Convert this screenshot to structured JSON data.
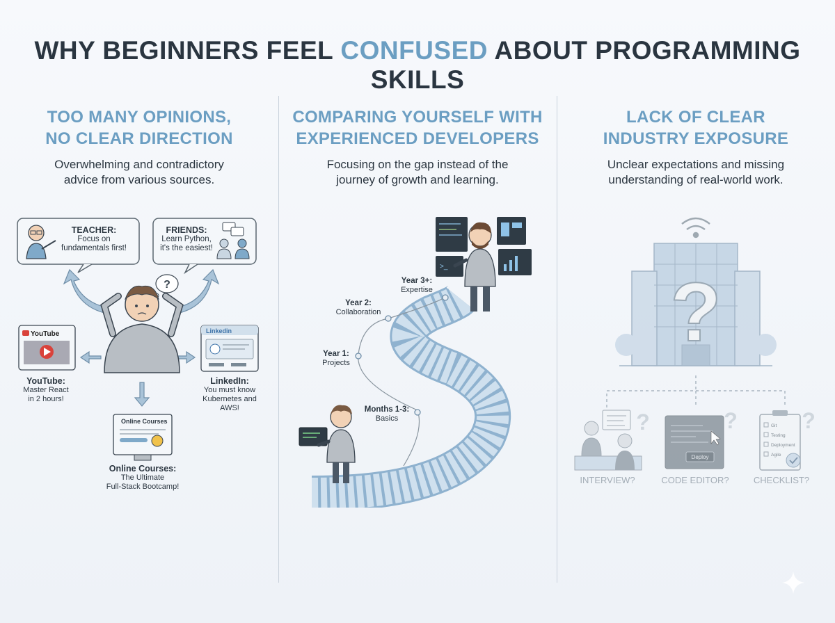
{
  "title": {
    "part1": "WHY BEGINNERS FEEL ",
    "accent": "CONFUSED",
    "part2": " ABOUT PROGRAMMING SKILLS"
  },
  "colors": {
    "accent": "#6b9ec2",
    "text": "#2b3640",
    "divider": "#c9d2dc"
  },
  "columns": [
    {
      "title_line1": "TOO MANY OPINIONS,",
      "title_line2": "NO CLEAR DIRECTION",
      "subtitle_line1": "Overwhelming and contradictory",
      "subtitle_line2": "advice from various sources.",
      "sources": {
        "teacher": {
          "name": "TEACHER:",
          "line1": "Focus on",
          "line2": "fundamentals first!"
        },
        "friends": {
          "name": "FRIENDS:",
          "line1": "Learn Python,",
          "line2": "it's the easiest!"
        },
        "youtube": {
          "logo": "YouTube",
          "name": "YouTube:",
          "line1": "Master React",
          "line2": "in 2 hours!"
        },
        "linkedin": {
          "logo": "Linkedin",
          "name": "LinkedIn:",
          "line1": "You must know",
          "line2": "Kubernetes and",
          "line3": "AWS!"
        },
        "courses": {
          "screen": "Online Courses",
          "name": "Online Courses:",
          "line1": "The Ultimate",
          "line2": "Full-Stack Bootcamp!"
        },
        "thought": "?"
      }
    },
    {
      "title_line1": "COMPARING YOURSELF WITH",
      "title_line2": "EXPERIENCED DEVELOPERS",
      "subtitle_line1": "Focusing on the gap instead of the",
      "subtitle_line2": "journey of growth and learning.",
      "milestones": [
        {
          "label1": "Months 1-3:",
          "label2": "Basics"
        },
        {
          "label1": "Year 1:",
          "label2": "Projects"
        },
        {
          "label1": "Year 2:",
          "label2": "Collaboration"
        },
        {
          "label1": "Year 3+:",
          "label2": "Expertise"
        }
      ]
    },
    {
      "title_line1": "LACK OF CLEAR",
      "title_line2": "INDUSTRY EXPOSURE",
      "subtitle_line1": "Unclear expectations and missing",
      "subtitle_line2": "understanding of real-world work.",
      "building_mark": "?",
      "items": [
        {
          "label": "INTERVIEW?"
        },
        {
          "label": "CODE EDITOR?",
          "button": "Deploy"
        },
        {
          "label": "CHECKLIST?",
          "checklist": [
            "Git",
            "Testing",
            "Deployment",
            "Agile"
          ]
        }
      ]
    }
  ]
}
